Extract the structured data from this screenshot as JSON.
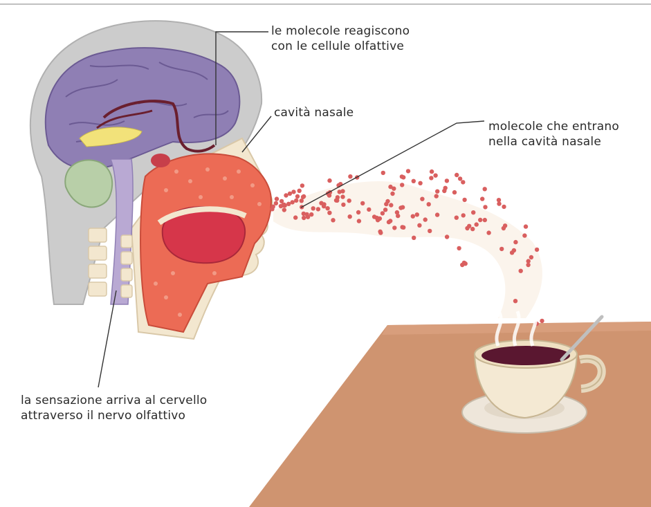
{
  "labels": {
    "molecole_reagiscono": {
      "line1": "le molecole reagiscono",
      "line2": "con le cellule olfattive"
    },
    "cavita_nasale": {
      "line1": "cavità nasale"
    },
    "molecole_entrano": {
      "line1": "molecole che entrano",
      "line2": "nella cavità nasale"
    },
    "sensazione": {
      "line1": "la sensazione arriva al cervello",
      "line2": "attraverso il nervo olfattivo"
    }
  },
  "colors": {
    "background": "#ffffff",
    "hair": "#c9c9c9",
    "brain": "#8f7fb4",
    "brain_dark": "#6b5a93",
    "nerve": "#6a1f2e",
    "flesh": "#ec6b55",
    "flesh_light": "#f29a86",
    "bone": "#f3e7cf",
    "mouth": "#d6364a",
    "molecule": "#d95f5f",
    "table": "#cf9470",
    "table_shadow": "#b8795a",
    "cup": "#f4e9d3",
    "coffee": "#5a1730",
    "saucer": "#eee6da",
    "leader_line": "#333333"
  },
  "icons": [
    "head-cross-section-illustration",
    "coffee-cup-illustration",
    "table-illustration",
    "odor-molecules-illustration"
  ]
}
